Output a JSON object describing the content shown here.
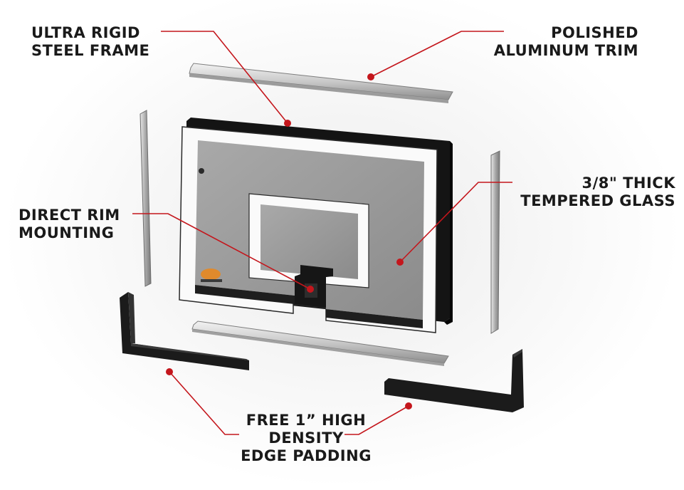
{
  "labels": {
    "steel_frame": [
      "ULTRA RIGID",
      "STEEL FRAME"
    ],
    "aluminum_trim": [
      "POLISHED",
      "ALUMINUM TRIM"
    ],
    "tempered_glass": [
      "3/8\" THICK",
      "TEMPERED GLASS"
    ],
    "rim_mounting": [
      "DIRECT RIM",
      "MOUNTING"
    ],
    "edge_padding": [
      "FREE 1” HIGH",
      "DENSITY",
      "EDGE PADDING"
    ]
  },
  "colors": {
    "accent": "#c4161c",
    "frame": "#111111",
    "glass": "#9a9a9a",
    "trim": "#c8c8c8",
    "padding": "#1b1b1b"
  }
}
